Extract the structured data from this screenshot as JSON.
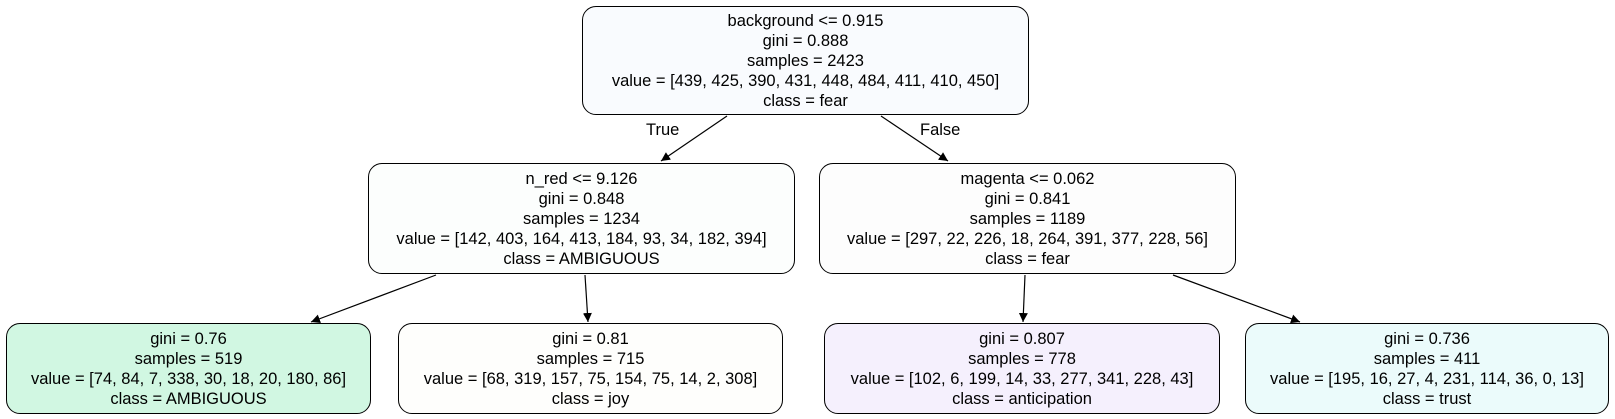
{
  "colors": {
    "root_fill": "#f9fbfe",
    "node1_fill": "#fcfefd",
    "node2_fill": "#fdfdfd",
    "leaf3_fill": "#d1f7e2",
    "leaf4_fill": "#fefefc",
    "leaf5_fill": "#f5f0fd",
    "leaf6_fill": "#ebfbfb",
    "border": "#000000",
    "edge": "#000000"
  },
  "edges": {
    "true_label": "True",
    "false_label": "False"
  },
  "nodes": {
    "root": {
      "split": "background <= 0.915",
      "gini": "gini = 0.888",
      "samples": "samples = 2423",
      "value": "value = [439, 425, 390, 431, 448, 484, 411, 410, 450]",
      "class": "class = fear"
    },
    "n1": {
      "split": "n_red <= 9.126",
      "gini": "gini = 0.848",
      "samples": "samples = 1234",
      "value": "value = [142, 403, 164, 413, 184, 93, 34, 182, 394]",
      "class": "class = AMBIGUOUS"
    },
    "n2": {
      "split": "magenta <= 0.062",
      "gini": "gini = 0.841",
      "samples": "samples = 1189",
      "value": "value = [297, 22, 226, 18, 264, 391, 377, 228, 56]",
      "class": "class = fear"
    },
    "l3": {
      "gini": "gini = 0.76",
      "samples": "samples = 519",
      "value": "value = [74, 84, 7, 338, 30, 18, 20, 180, 86]",
      "class": "class = AMBIGUOUS"
    },
    "l4": {
      "gini": "gini = 0.81",
      "samples": "samples = 715",
      "value": "value = [68, 319, 157, 75, 154, 75, 14, 2, 308]",
      "class": "class = joy"
    },
    "l5": {
      "gini": "gini = 0.807",
      "samples": "samples = 778",
      "value": "value = [102, 6, 199, 14, 33, 277, 341, 228, 43]",
      "class": "class = anticipation"
    },
    "l6": {
      "gini": "gini = 0.736",
      "samples": "samples = 411",
      "value": "value = [195, 16, 27, 4, 231, 114, 36, 0, 13]",
      "class": "class = trust"
    }
  }
}
